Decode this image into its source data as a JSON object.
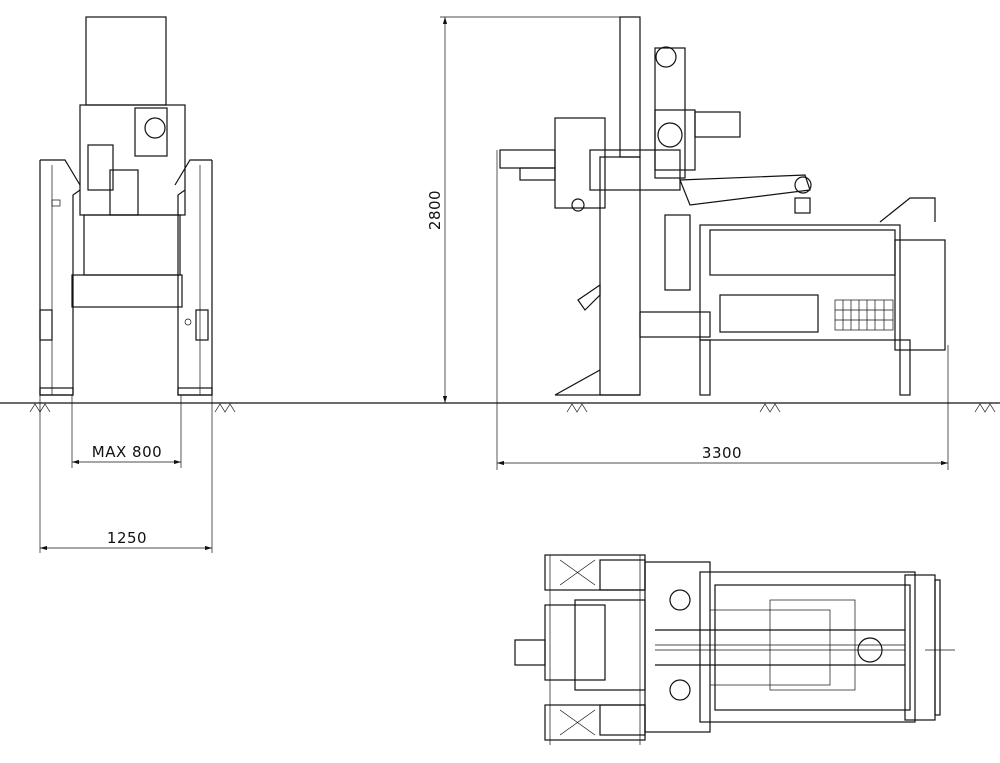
{
  "drawing": {
    "dimensions": {
      "max_width": "MAX 800",
      "overall_width": "1250",
      "height": "2800",
      "length": "3300"
    },
    "views": [
      "front-view",
      "side-view",
      "plan-view"
    ],
    "line_color": "#111111",
    "background": "#ffffff"
  }
}
